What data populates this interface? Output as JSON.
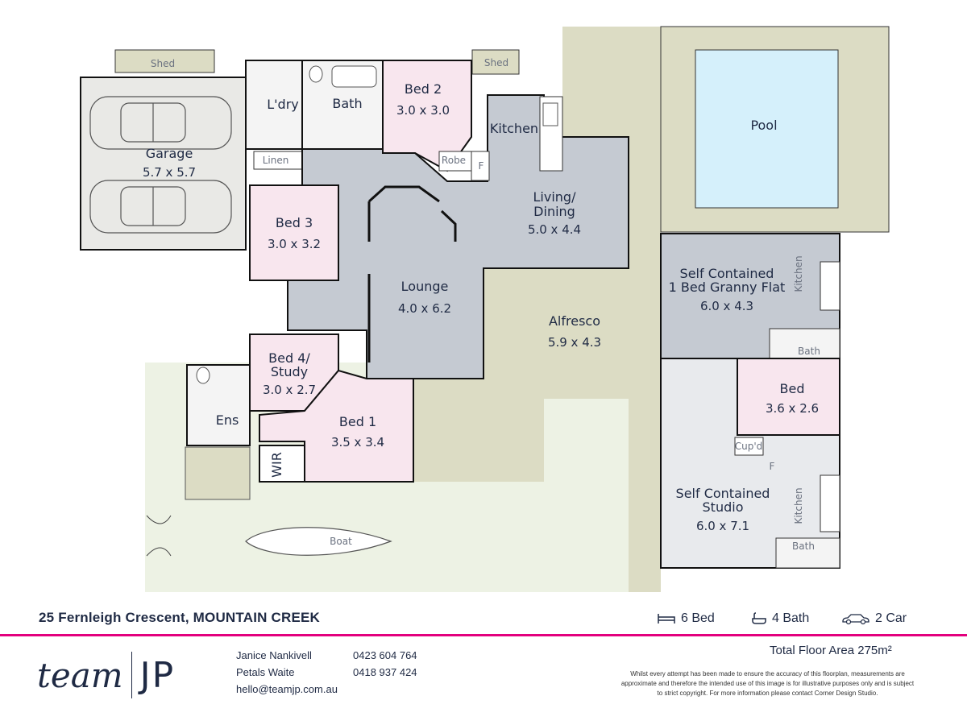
{
  "rooms": {
    "garage": {
      "name": "Garage",
      "dims": "5.7 x 5.7"
    },
    "shed_left": {
      "name": "Shed"
    },
    "shed_right": {
      "name": "Shed"
    },
    "laundry": {
      "name": "L'dry"
    },
    "linen": {
      "name": "Linen"
    },
    "bath": {
      "name": "Bath"
    },
    "bed2": {
      "name": "Bed 2",
      "dims": "3.0 x 3.0"
    },
    "robe": {
      "name": "Robe"
    },
    "kitchen": {
      "name": "Kitchen"
    },
    "fridge": {
      "name": "F"
    },
    "pool": {
      "name": "Pool"
    },
    "living": {
      "name_line1": "Living/",
      "name_line2": "Dining",
      "dims": "5.0 x 4.4"
    },
    "bed3": {
      "name": "Bed 3",
      "dims": "3.0 x 3.2"
    },
    "lounge": {
      "name": "Lounge",
      "dims": "4.0 x 6.2"
    },
    "alfresco": {
      "name": "Alfresco",
      "dims": "5.9 x 4.3"
    },
    "granny": {
      "name_line1": "Self Contained",
      "name_line2": "1 Bed Granny Flat",
      "dims": "6.0 x 4.3",
      "kitchen": "Kitchen",
      "bath": "Bath"
    },
    "bed4": {
      "name_line1": "Bed 4/",
      "name_line2": "Study",
      "dims": "3.0 x 2.7"
    },
    "ens": {
      "name": "Ens"
    },
    "bed1": {
      "name": "Bed 1",
      "dims": "3.5 x 3.4"
    },
    "wir": {
      "name": "WIR"
    },
    "bed": {
      "name": "Bed",
      "dims": "3.6 x 2.6"
    },
    "cupd": {
      "name": "Cup'd"
    },
    "studio": {
      "name_line1": "Self Contained",
      "name_line2": "Studio",
      "dims": "6.0 x 7.1",
      "kitchen": "Kitchen",
      "bath": "Bath",
      "fridge": "F"
    },
    "boat": {
      "name": "Boat"
    }
  },
  "footer": {
    "address": "25 Fernleigh Crescent, MOUNTAIN CREEK",
    "beds": "6 Bed",
    "baths": "4 Bath",
    "cars": "2 Car",
    "total_area_label": "Total Floor Area",
    "total_area_value": "275m²",
    "logo_script": "team",
    "logo_mark": "JP",
    "agents": [
      {
        "name": "Janice Nankivell",
        "phone": "0423 604 764"
      },
      {
        "name": "Petals Waite",
        "phone": "0418 937 424"
      }
    ],
    "email": "hello@teamjp.com.au",
    "disclaimer": "Whilst every attempt has been made to ensure the accuracy of this floorplan, measurements are approximate and therefore the intended use of this image is for illustrative purposes only and is subject to strict copyright. For more information please contact Corner Design Studio."
  },
  "colors": {
    "hall_grey": "#c5cad2",
    "bed_pink": "#f8e6ee",
    "wet_grey": "#e8eaed",
    "outdoor_beige": "#dcdcc4",
    "lawn_green": "#edf2e4",
    "pool_blue": "#d5f0fb",
    "accent_pink": "#e3007d",
    "text_navy": "#1f2a44"
  }
}
